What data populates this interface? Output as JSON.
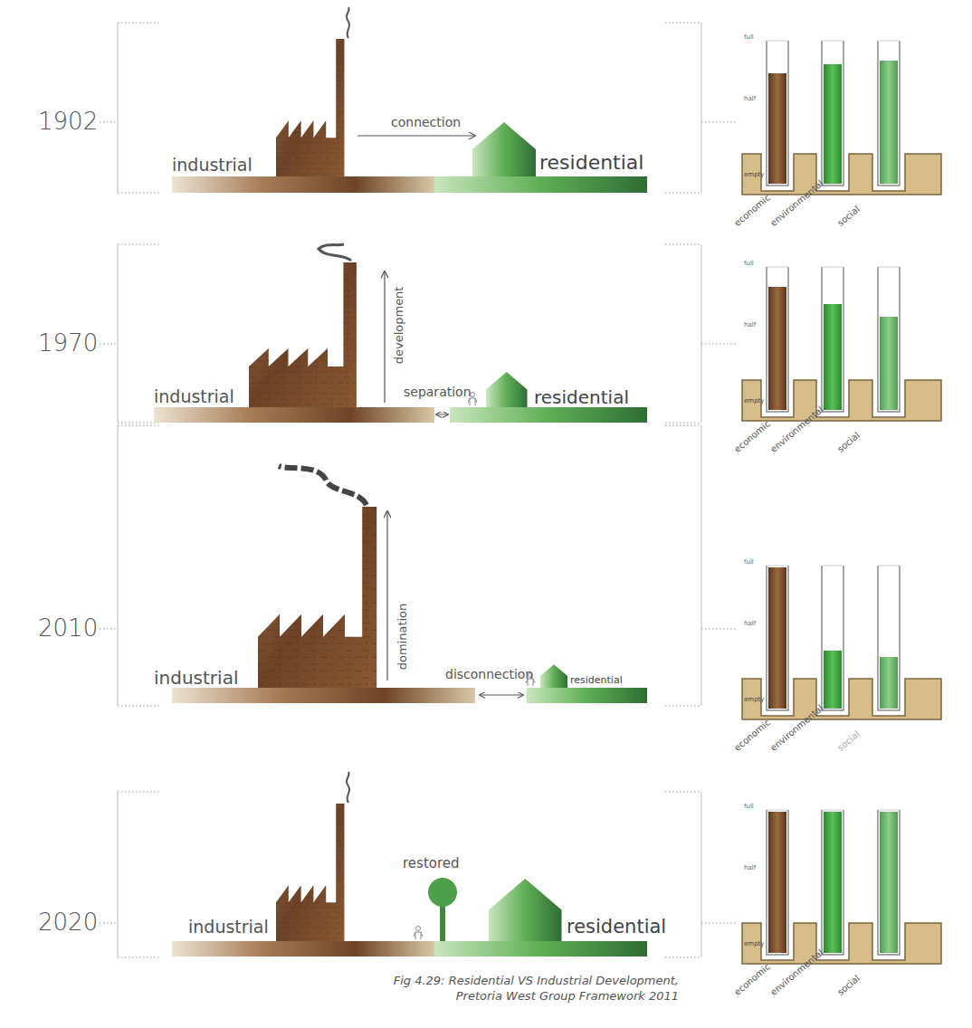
{
  "diagram": {
    "caption": "Fig 4.29: Residential VS Industrial Development, Pretoria West Group Framework 2011",
    "labels": [
      "1902",
      "industrial",
      "connection",
      "residential",
      "full",
      "half",
      "empty",
      "economic",
      "environmental",
      "social",
      "1970",
      "industrial",
      "development",
      "separation",
      "residential",
      "full",
      "half",
      "empty",
      "economic",
      "environmental",
      "social",
      "2010",
      "industrial",
      "domination",
      "disconnection",
      "residential",
      "full",
      "half",
      "empty",
      "economic",
      "environmental",
      "social",
      "2020",
      "industrial",
      "restored",
      "residential",
      "full",
      "half",
      "empty",
      "economic",
      "environmental",
      "social"
    ]
  }
}
